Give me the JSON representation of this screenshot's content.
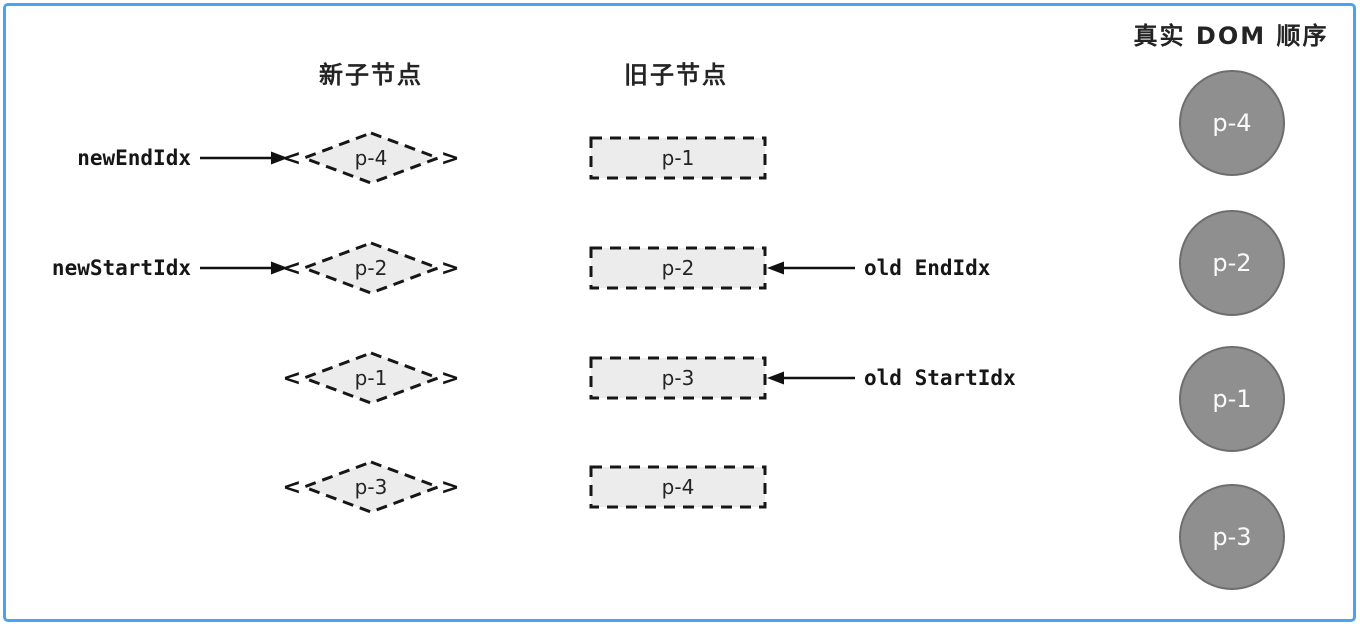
{
  "columns": {
    "new_children": {
      "header": "新子节点",
      "nodes": [
        {
          "label": "p-4"
        },
        {
          "label": "p-2"
        },
        {
          "label": "p-1"
        },
        {
          "label": "p-3"
        }
      ]
    },
    "old_children": {
      "header": "旧子节点",
      "nodes": [
        {
          "label": "p-1"
        },
        {
          "label": "p-2"
        },
        {
          "label": "p-3"
        },
        {
          "label": "p-4"
        }
      ]
    },
    "real_dom": {
      "header": "真实 DOM 顺序",
      "nodes": [
        {
          "label": "p-4"
        },
        {
          "label": "p-2"
        },
        {
          "label": "p-1"
        },
        {
          "label": "p-3"
        }
      ]
    }
  },
  "pointers": {
    "new_end": {
      "label": "newEndIdx"
    },
    "new_start": {
      "label": "newStartIdx"
    },
    "old_end": {
      "label": "old EndIdx"
    },
    "old_start": {
      "label": "old StartIdx"
    }
  },
  "glyphs": {
    "angle_left": "<",
    "angle_right": ">"
  },
  "colors": {
    "frame": "#4aa3f2",
    "node_fill": "#ececec",
    "node_stroke": "#161616",
    "circle_fill": "#8f8f8f",
    "circle_stroke": "#6e6e6e",
    "circle_text": "#fafafa"
  }
}
